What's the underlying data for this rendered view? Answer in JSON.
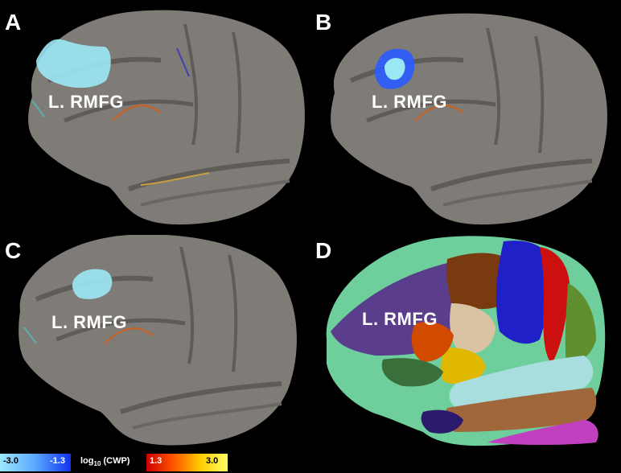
{
  "panels": [
    {
      "letter": "A",
      "label": "L. RMFG"
    },
    {
      "letter": "B",
      "label": "L. RMFG"
    },
    {
      "letter": "C",
      "label": "L. RMFG"
    },
    {
      "letter": "D",
      "label": "L. RMFG"
    }
  ],
  "colorbar": {
    "neg_min": "-3.0",
    "neg_max": "-1.3",
    "title_main": "log",
    "title_sub": "10",
    "title_rest": " (CWP)",
    "pos_min": "1.3",
    "pos_max": "3.0",
    "neg_gradient": [
      "#9be8ff",
      "#5aa8ff",
      "#1133ee"
    ],
    "pos_gradient": [
      "#cc0000",
      "#ff5500",
      "#ffcc00",
      "#ffff66"
    ]
  },
  "colors": {
    "background": "#000000",
    "brain_surface": "#7f7b76",
    "sulcus": "#5f5b57",
    "cluster_light": "#9be8f5",
    "cluster_blue": "#2a5cff"
  },
  "atlas_colors": [
    "#6fcf9c",
    "#5a3e8c",
    "#7a3a10",
    "#2020c8",
    "#cc1010",
    "#5f8f2f",
    "#d9c3a3",
    "#e0b800",
    "#d24a00",
    "#a8dede",
    "#a0683a",
    "#c040c0",
    "#3a6e3a",
    "#2b1a6e"
  ]
}
